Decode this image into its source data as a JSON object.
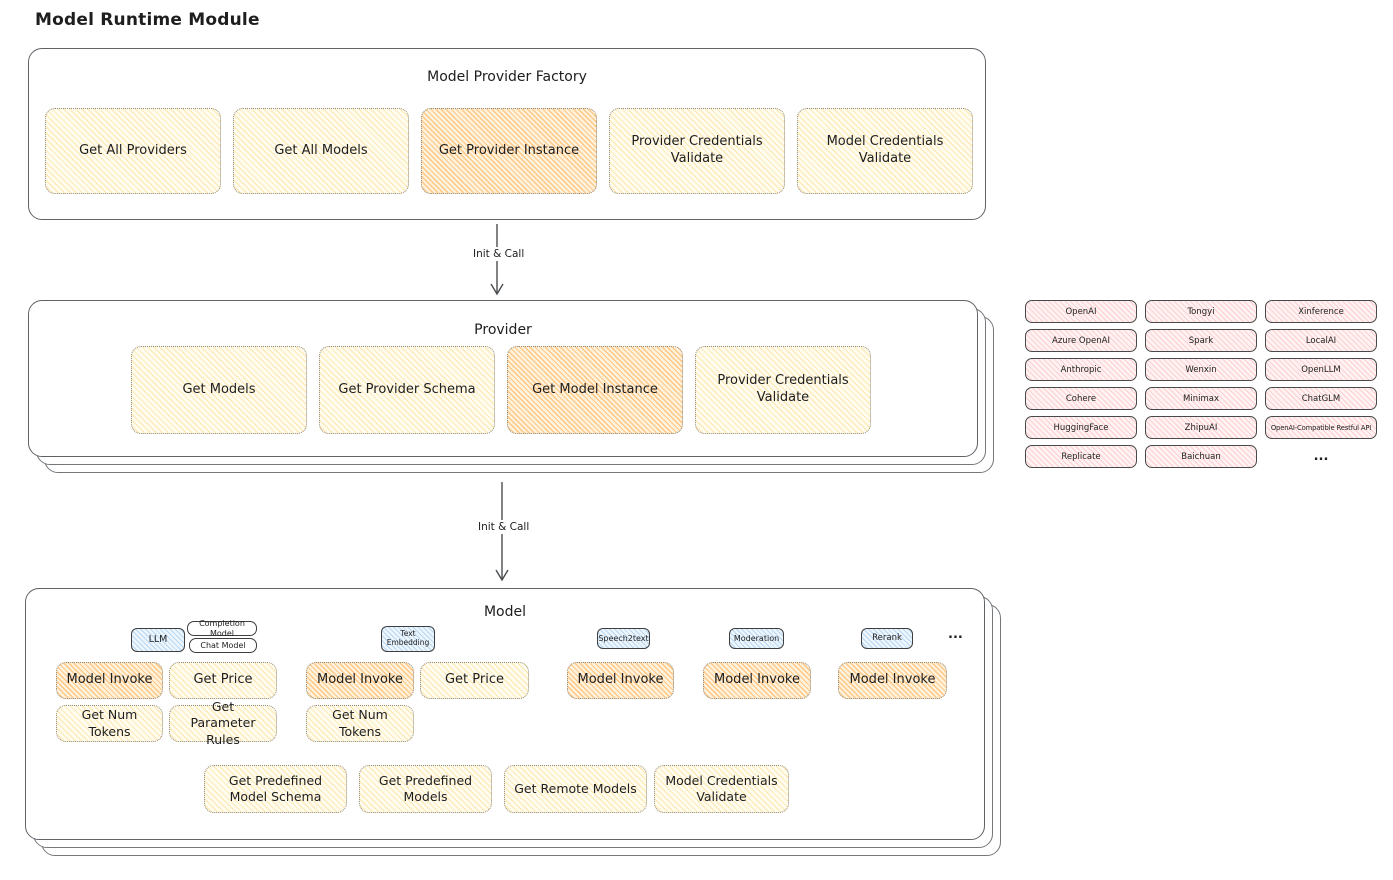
{
  "page_title": "Model Runtime Module",
  "factory": {
    "title": "Model Provider Factory",
    "buttons": [
      {
        "label": "Get All Providers",
        "highlighted": false
      },
      {
        "label": "Get All Models",
        "highlighted": false
      },
      {
        "label": "Get Provider Instance",
        "highlighted": true
      },
      {
        "label": "Provider Credentials Validate",
        "highlighted": false
      },
      {
        "label": "Model Credentials Validate",
        "highlighted": false
      }
    ]
  },
  "arrows": [
    {
      "label": "Init & Call"
    },
    {
      "label": "Init & Call"
    }
  ],
  "provider": {
    "title": "Provider",
    "buttons": [
      {
        "label": "Get Models",
        "highlighted": false
      },
      {
        "label": "Get Provider Schema",
        "highlighted": false
      },
      {
        "label": "Get Model Instance",
        "highlighted": true
      },
      {
        "label": "Provider Credentials Validate",
        "highlighted": false
      }
    ]
  },
  "providers_grid": {
    "items": [
      "OpenAI",
      "Azure OpenAI",
      "Anthropic",
      "Cohere",
      "HuggingFace",
      "Replicate",
      "Tongyi",
      "Spark",
      "Wenxin",
      "Minimax",
      "ZhipuAI",
      "Baichuan",
      "Xinference",
      "LocalAI",
      "OpenLLM",
      "ChatGLM",
      "OpenAI-Compatible Restful API"
    ],
    "more": "..."
  },
  "model": {
    "title": "Model",
    "types": {
      "llm": "LLM",
      "completion": "Completion Model",
      "chat": "Chat Model",
      "text_embedding": "Text Embedding",
      "speech2text": "Speech2text",
      "moderation": "Moderation",
      "rerank": "Rerank",
      "more": "..."
    },
    "buttons": {
      "model_invoke": "Model Invoke",
      "get_price": "Get Price",
      "get_num_tokens": "Get Num Tokens",
      "get_parameter_rules": "Get Parameter Rules"
    },
    "bottom_buttons": [
      "Get Predefined Model Schema",
      "Get Predefined Models",
      "Get Remote Models",
      "Model Credentials Validate"
    ]
  },
  "colors": {
    "ink": "#1e1e1e",
    "panel_border": "#5f6368",
    "yellow_fill": "#fffcf0",
    "yellow_hatch": "#ffce64",
    "orange_fill": "#fff2dd",
    "orange_hatch": "#ff9e30",
    "pink_fill": "#fef2f2",
    "pink_hatch": "#ff8080",
    "blue_fill": "#eef6fd",
    "blue_hatch": "#60a6e2"
  }
}
